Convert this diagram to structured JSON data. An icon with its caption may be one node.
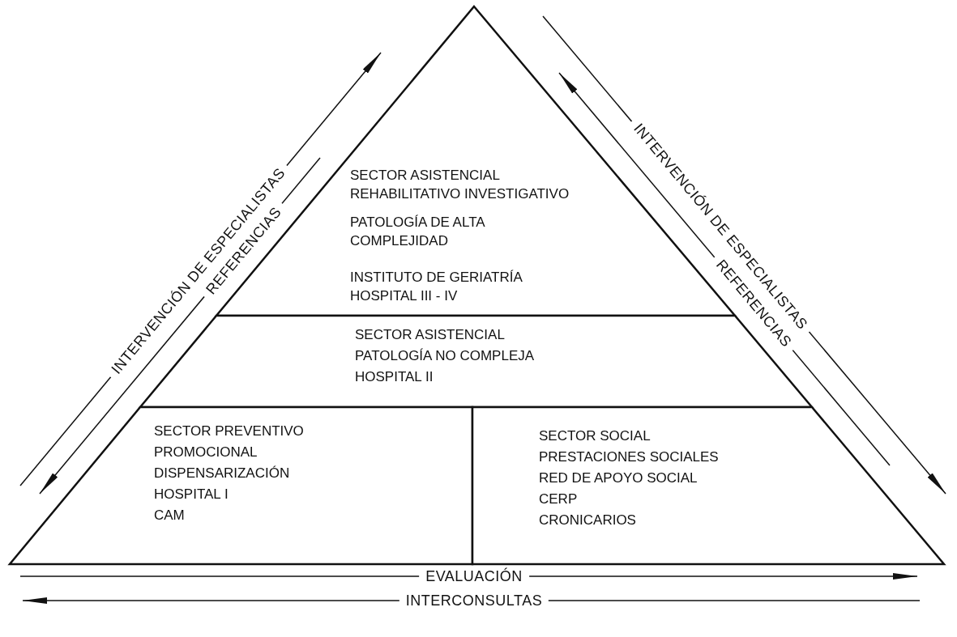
{
  "diagram": {
    "nodes": [
      {
        "text": [
          "SECTOR ASISTENCIAL REHABILITATIVO INVESTIGATIVO",
          "PATOLOGÍA DE ALTA COMPLEJIDAD",
          "INSTITUTO DE GERIATRÍA HOSPITAL III - IV"
        ]
      },
      {
        "text": [
          "SECTOR ASISTENCIAL",
          "PATOLOGÍA NO COMPLEJA",
          "HOSPITAL II"
        ]
      },
      {
        "text": [
          "SECTOR PREVENTIVO",
          "PROMOCIONAL",
          "DISPENSARIZACIÓN",
          "HOSPITAL I",
          "CAM"
        ]
      },
      {
        "text": [
          "SECTOR SOCIAL",
          "PRESTACIONES SOCIALES",
          "RED DE APOYO SOCIAL",
          "CERP",
          "CRONICARIOS"
        ]
      }
    ],
    "labels": [
      "INTERVENCIÓN DE ESPECIALISTAS",
      "REFERENCIAS",
      "INTERVENCIÓN DE ESPECIALISTAS",
      "REFERENCIAS",
      "EVALUACIÓN",
      "INTERCONSULTAS"
    ]
  }
}
